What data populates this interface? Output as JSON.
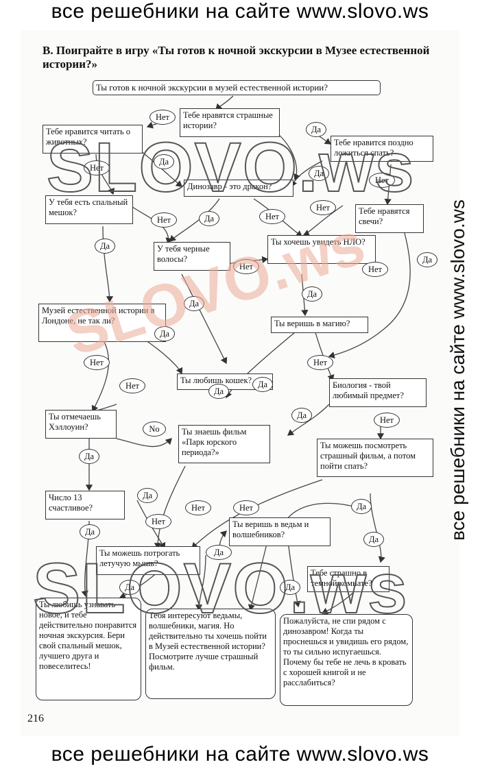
{
  "banner": {
    "top": "все решебники на сайте www.slovo.ws",
    "bottom": "все решебники на сайте www.slovo.ws",
    "side": "все решебники на сайте www.slovo.ws"
  },
  "heading": "В. Поиграйте в игру «Ты готов к ночной экскурсии в Музее естественной истории?»",
  "title_box": "Ты готов к ночной экскурсии в музей естественной истории?",
  "boxes": {
    "scary_stories": "Тебе нравятся страшные истории?",
    "read_animals": "Тебе нравится читать о животных?",
    "late_bed": "Тебе нравится поздно ложиться спать?",
    "dino_dragon": "Динозавр - это дракон?",
    "sleeping_bag": "У тебя есть спальный мешок?",
    "candles": "Тебе нравятся свечи?",
    "black_hair": "У тебя черные волосы?",
    "ufo": "Ты хочешь увидеть НЛО?",
    "london_museum": "Музей естественной истории в Лондоне, не так ли?",
    "magic": "Ты веришь в магию?",
    "cats": "Ты любишь кошек?",
    "biology": "Биология - твой любимый предмет?",
    "halloween": "Ты отмечаешь Хэллоуин?",
    "jurassic": "Ты знаешь фильм «Парк юрского периода?»",
    "scary_film": "Ты можешь посмотреть страшный фильм, а потом пойти спать?",
    "number13": "Число 13 счастливое?",
    "witches": "Ты веришь в ведьм и волшебников?",
    "bat": "Ты можешь потрогать летучую мышь?",
    "dark_room": "Тебе страшно в темной комнате?"
  },
  "results": {
    "result_1": "Ты любишь узнавать новое, и тебе действительно понравится ночная экскурсия. Бери свой спальный мешок, лучшего друга и повеселитесь!",
    "result_2": "Тебя интересуют ведьмы, волшебники, магия. Но действительно ты хочешь пойти в Музей естественной истории? Посмотрите лучше страшный фильм.",
    "result_3": "Пожалуйста, не спи рядом с динозавром! Когда ты проснешься и увидишь его рядом, то ты сильно испугаешься. Почему бы тебе не лечь в кровать с хорошей книгой и не расслабиться?"
  },
  "ovals": {
    "o1": "Нет",
    "o2": "Да",
    "o3": "Да",
    "o4": "Нет",
    "o5": "Да",
    "o6": "Нет",
    "o7": "Нет",
    "o8": "Нет",
    "o9": "Да",
    "o10": "Нет",
    "o11": "Да",
    "o12": "Нет",
    "o13": "Да",
    "o14": "Да",
    "o15": "Да",
    "o16": "Да",
    "o17": "Нет",
    "o18": "Нет",
    "o19": "Да",
    "o20": "Да",
    "o21": "Нет",
    "o22": "No",
    "o23": "Да",
    "o24": "Да",
    "o25": "Нет",
    "o26": "Нет",
    "o27": "Да",
    "o28": "Нет",
    "o29": "Да",
    "o30": "Да",
    "o31": "Нет",
    "o32": "Нет",
    "o33": "Да",
    "o34": "Да",
    "o35": "Да",
    "o36": "Да"
  },
  "watermark": "SLOVO.ws",
  "page_number": "216"
}
